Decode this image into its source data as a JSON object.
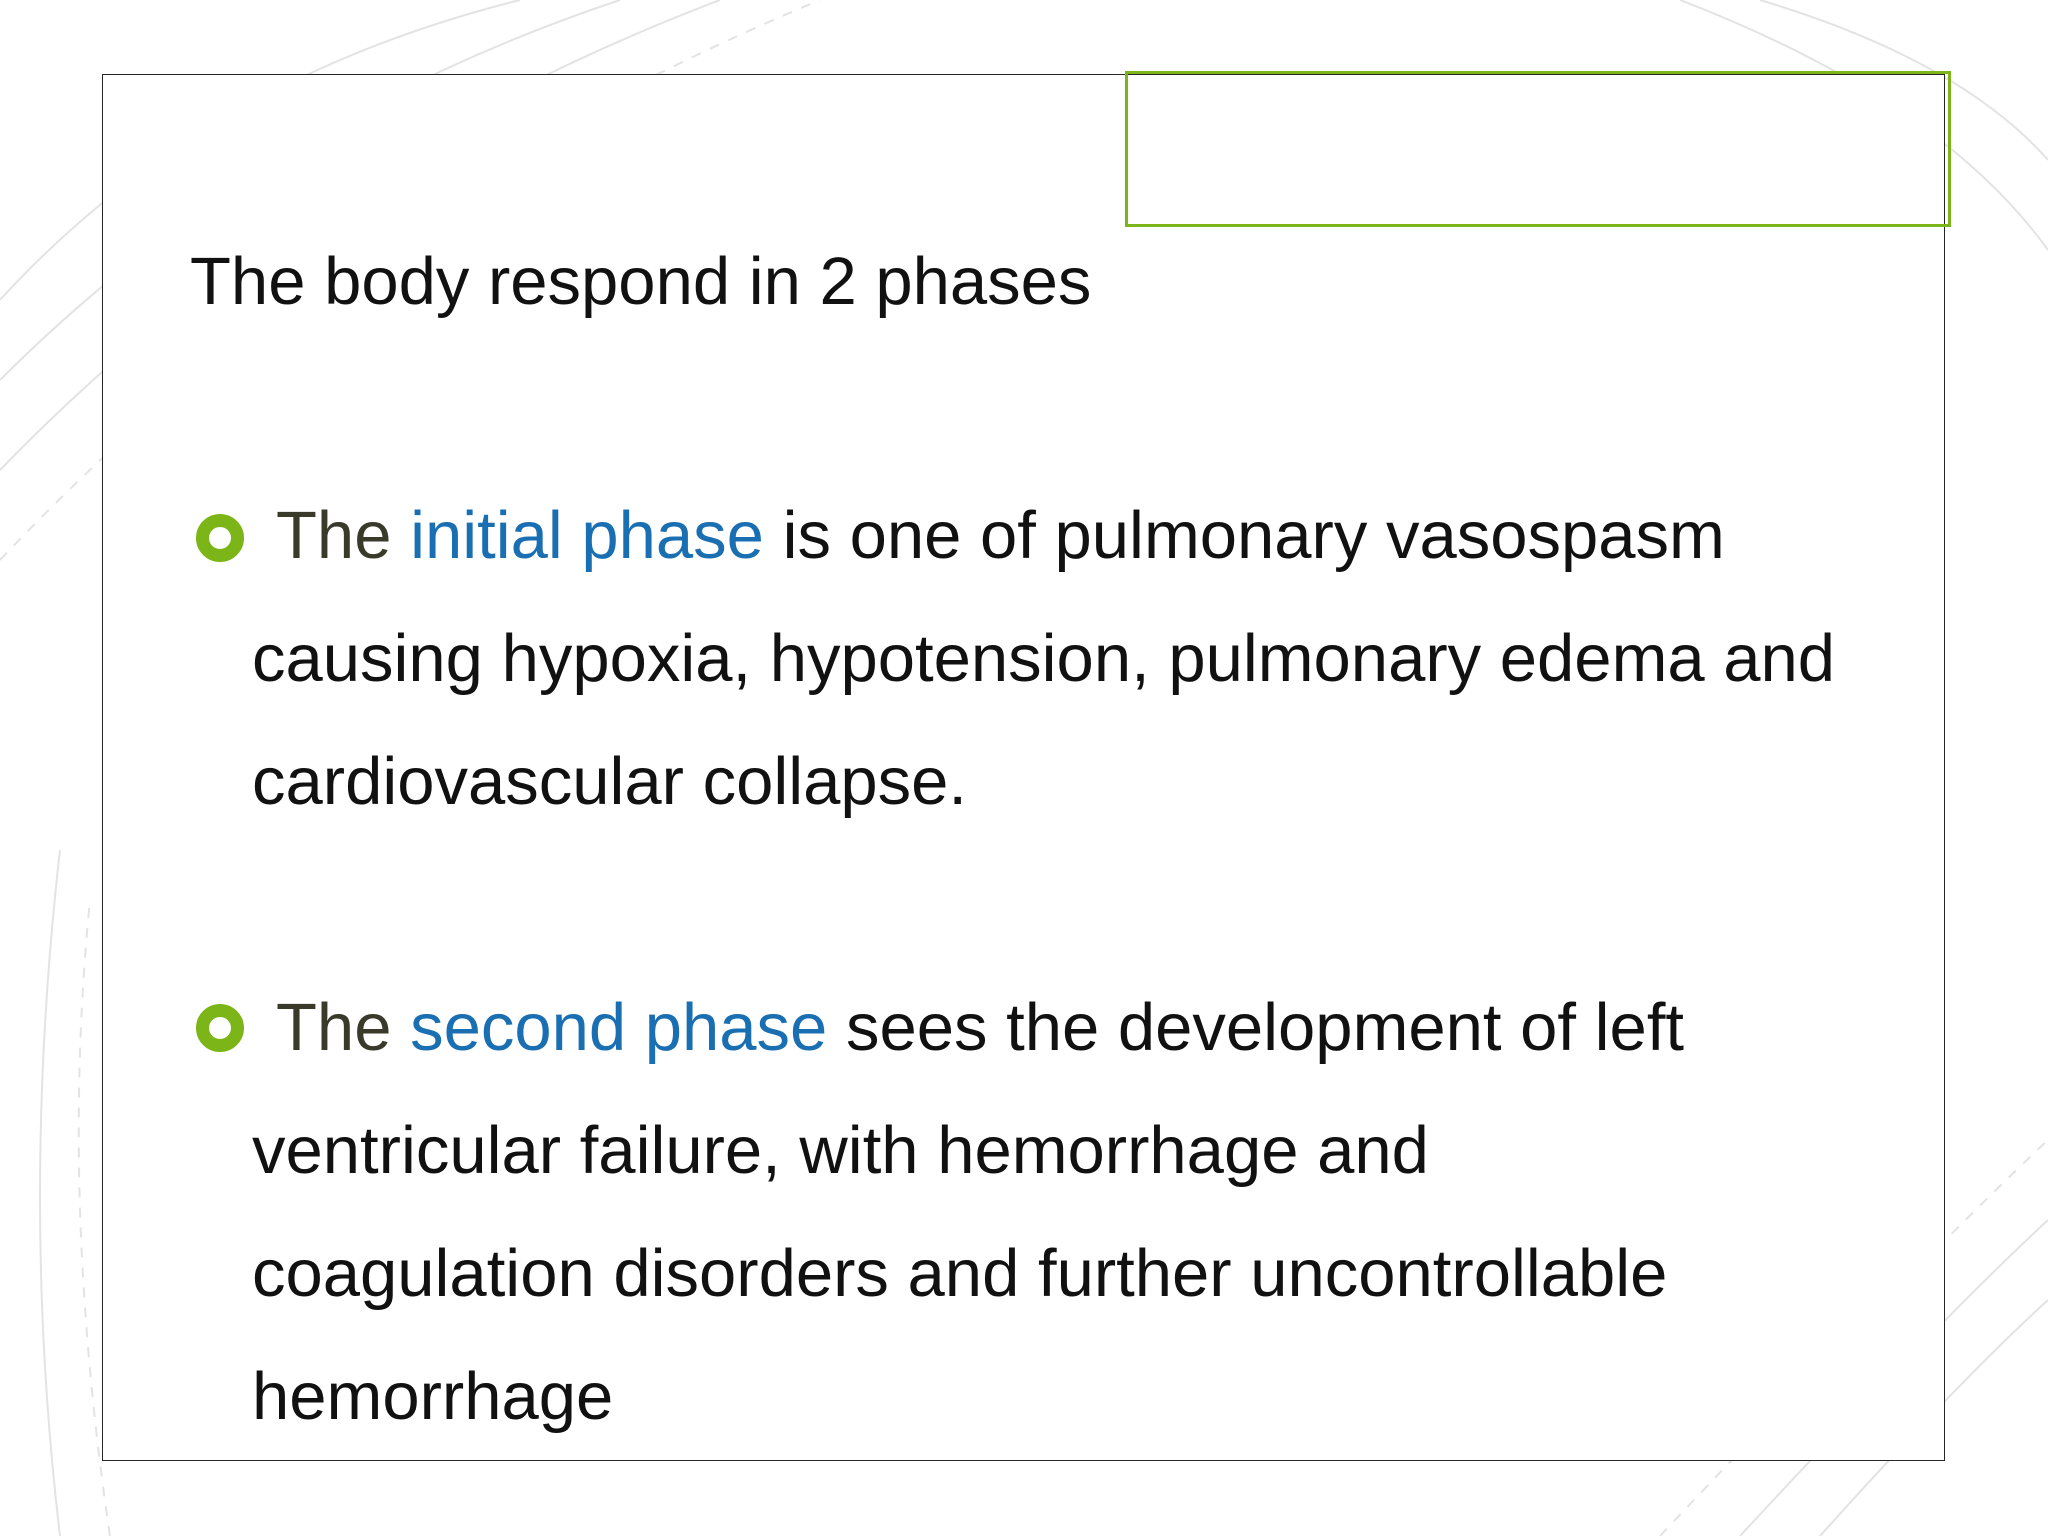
{
  "slide": {
    "heading": "The body respond in 2 phases",
    "bullets": [
      {
        "lines": [
          [
            "The",
            "initial",
            "phase",
            "is",
            "one",
            "of",
            "pulmonary",
            "vasospasm"
          ],
          [
            "causing",
            "hypoxia,",
            "hypotension,",
            "pulmonary",
            "edema",
            "and"
          ],
          [
            "cardiovascular collapse."
          ]
        ]
      },
      {
        "lines": [
          [
            "The",
            "second",
            "phase",
            "sees",
            "the",
            "development",
            "of",
            "left"
          ],
          [
            "ventricular",
            "failure,",
            "with",
            "hemorrhage",
            "and"
          ],
          [
            "coagulation",
            "disorders",
            "and",
            "further",
            "uncontrollable"
          ],
          [
            "hemorrhage"
          ]
        ]
      }
    ]
  },
  "colors": {
    "accent_green": "#7cb518",
    "highlight_blue": "#1a6fb3",
    "text": "#111111",
    "frame": "#262626"
  }
}
